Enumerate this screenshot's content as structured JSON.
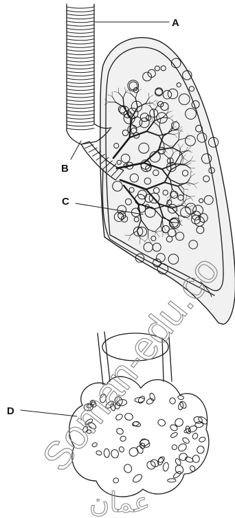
{
  "labels": {
    "a": "A",
    "b": "B",
    "c": "C",
    "d": "D"
  },
  "watermark": {
    "latin": "Soman-edu.co",
    "arabic": "عمان"
  }
}
